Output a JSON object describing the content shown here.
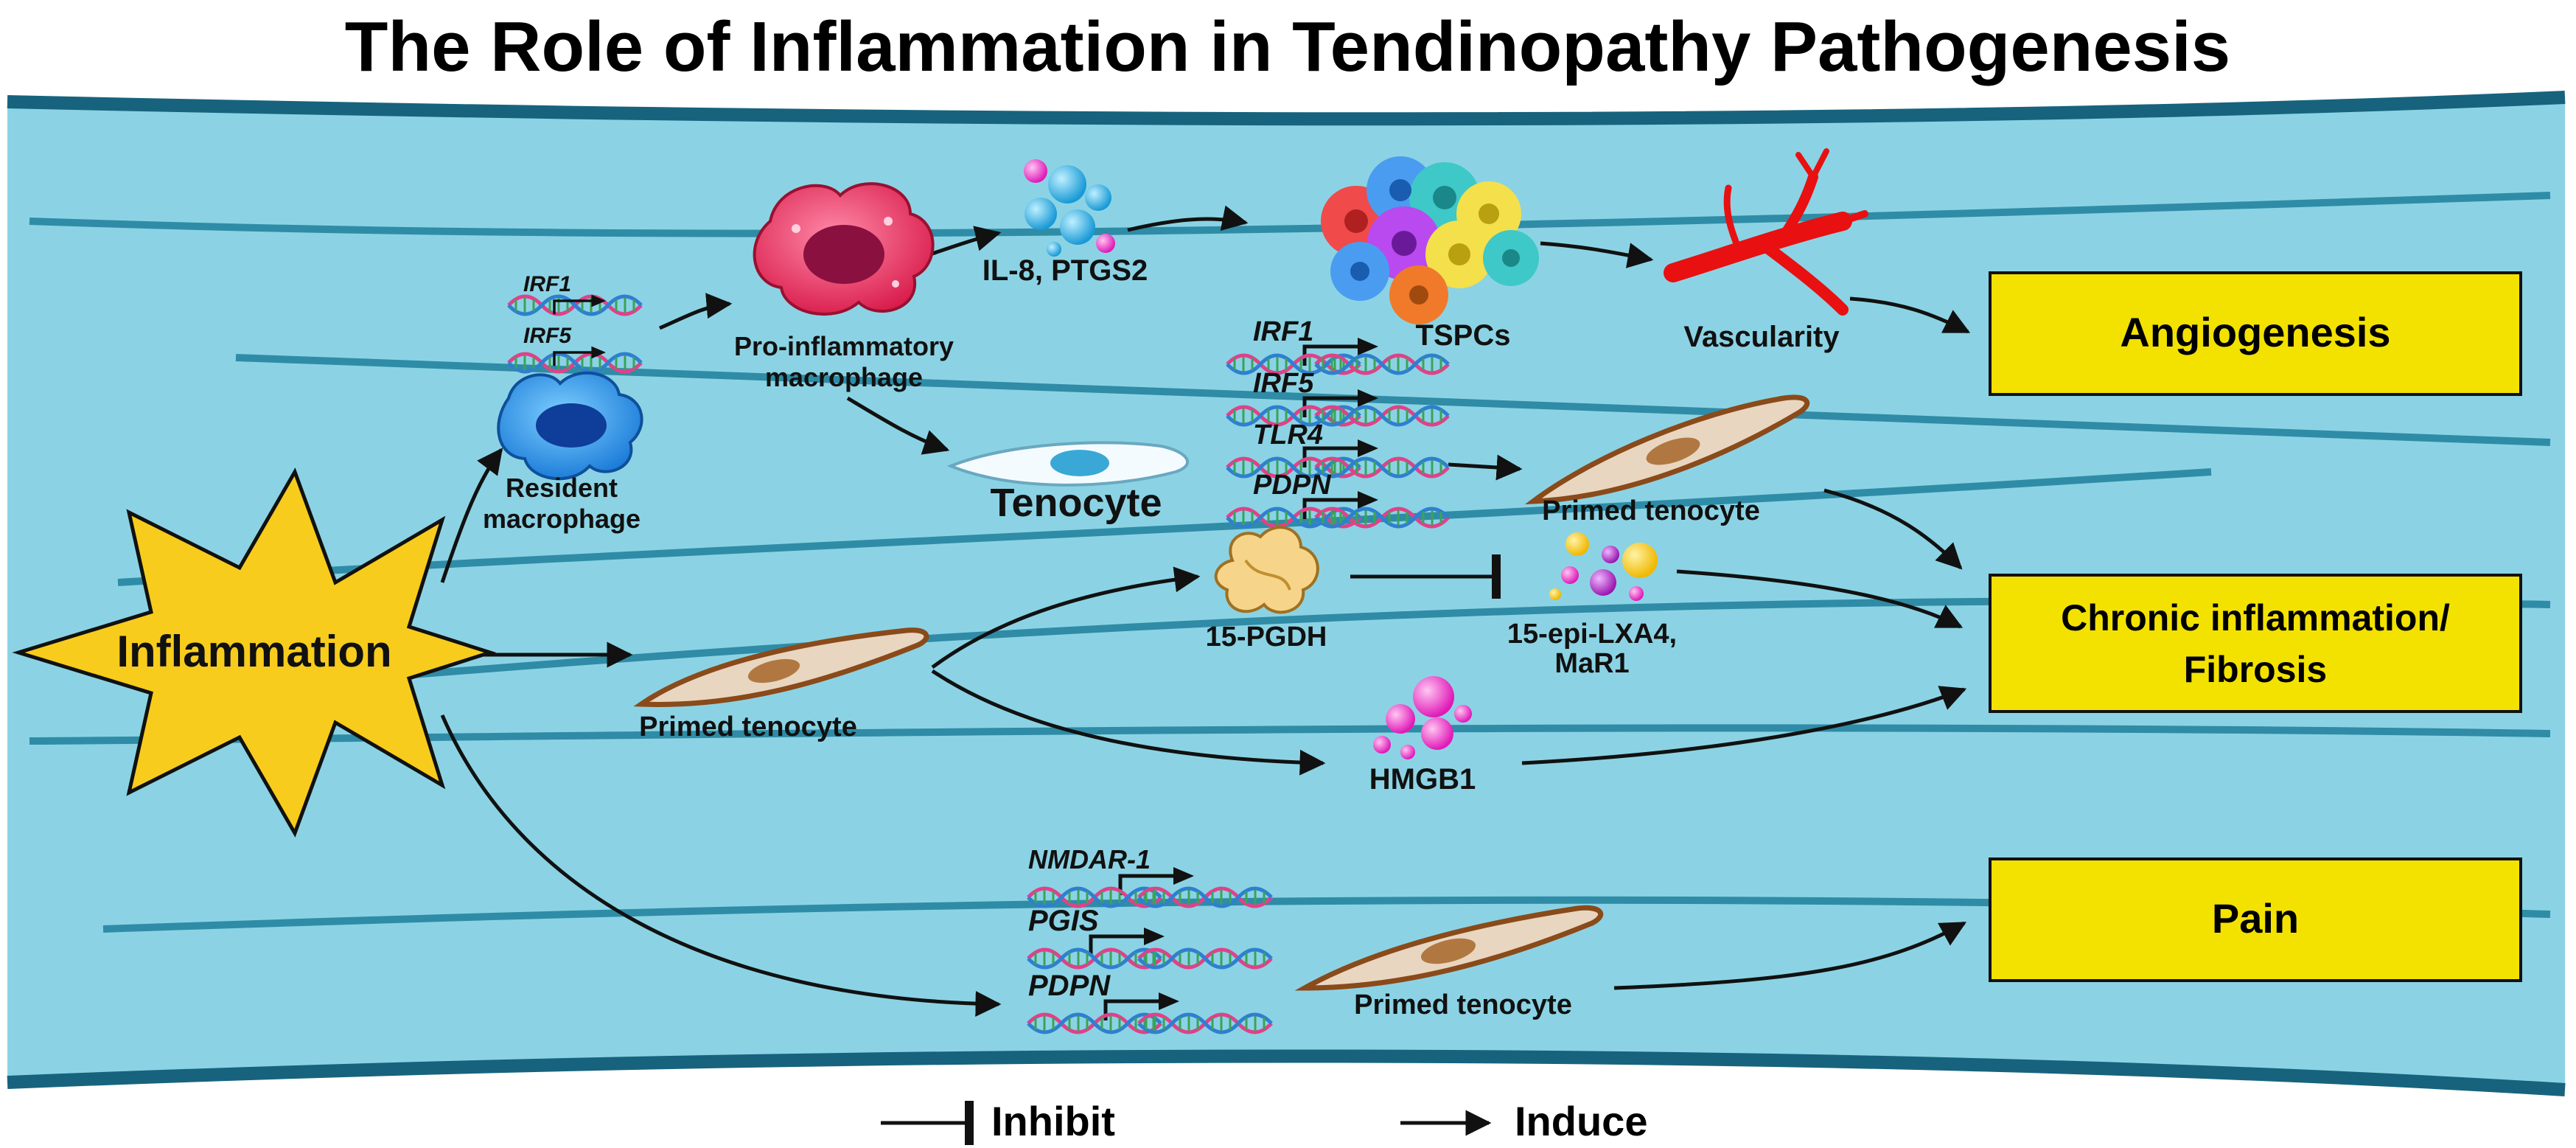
{
  "title": "The Role of Inflammation in Tendinopathy Pathogenesis",
  "colors": {
    "tissue": "#8bd3e4",
    "fiber": "#1f7f9c",
    "border": "#17637d",
    "outcome_box": "#f3e200",
    "burst": "#f7cc1c",
    "arrow": "#111111"
  },
  "nodes": {
    "inflammation": "Inflammation",
    "resident_macrophage_1": "Resident",
    "resident_macrophage_2": "macrophage",
    "pro_inflammatory_1": "Pro-inflammatory",
    "pro_inflammatory_2": "macrophage",
    "il8": "IL-8, PTGS2",
    "tspcs": "TSPCs",
    "vascularity": "Vascularity",
    "tenocyte": "Tenocyte",
    "primed_tenocyte_top": "Primed tenocyte",
    "primed_tenocyte_mid": "Primed tenocyte",
    "primed_tenocyte_bottom": "Primed tenocyte",
    "pgdh": "15-PGDH",
    "lipid_1": "15-epi-LXA4,",
    "lipid_2": "MaR1",
    "hmgb1": "HMGB1"
  },
  "genes": {
    "irf1_small": "IRF1",
    "irf5_small": "IRF5",
    "irf1": "IRF1",
    "irf5": "IRF5",
    "tlr4": "TLR4",
    "pdpn_top": "PDPN",
    "nmdar1": "NMDAR-1",
    "pgis": "PGIS",
    "pdpn_bottom": "PDPN"
  },
  "outcomes": {
    "angiogenesis": "Angiogenesis",
    "chronic_1": "Chronic inflammation/",
    "chronic_2": "Fibrosis",
    "pain": "Pain"
  },
  "legend": {
    "inhibit": "Inhibit",
    "induce": "Induce"
  }
}
